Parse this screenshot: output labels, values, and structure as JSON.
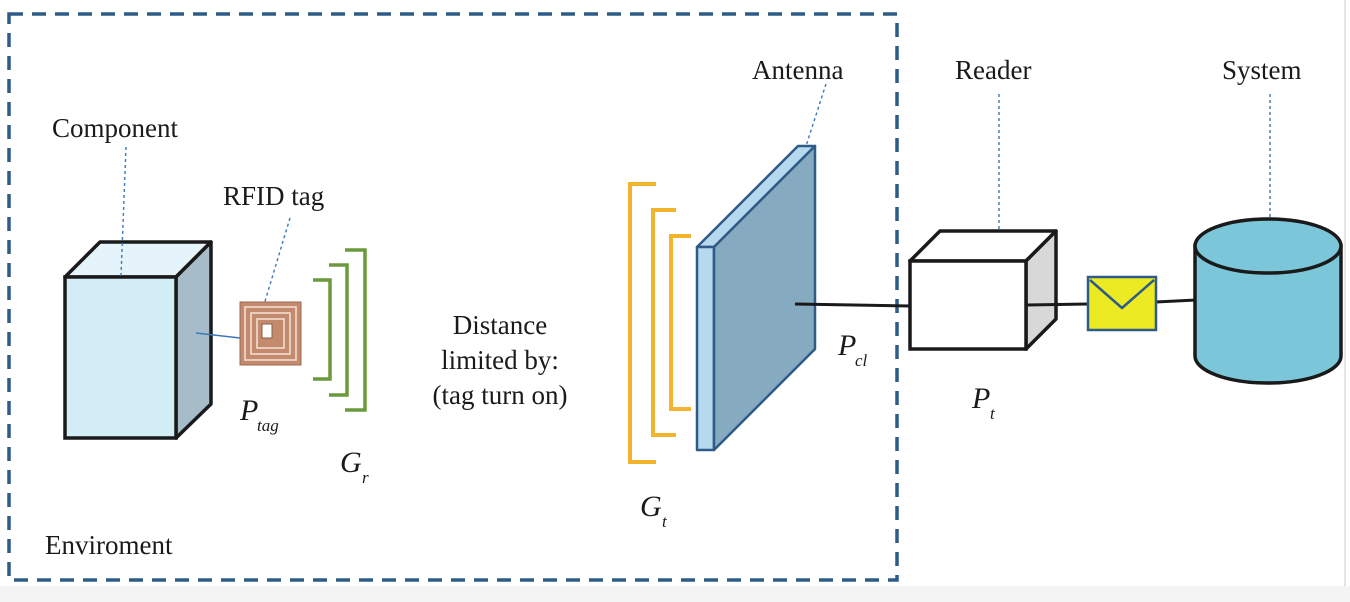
{
  "labels": {
    "component": "Component",
    "rfid_tag": "RFID tag",
    "antenna": "Antenna",
    "reader": "Reader",
    "system": "System",
    "environment": "Enviroment",
    "distance_line1": "Distance",
    "distance_line2": "limited by:",
    "distance_line3": "(tag turn on)"
  },
  "symbols": {
    "p_tag": {
      "main": "P",
      "sub": "tag"
    },
    "g_r": {
      "main": "G",
      "sub": "r"
    },
    "g_t": {
      "main": "G",
      "sub": "t"
    },
    "p_cl": {
      "main": "P",
      "sub": "cl"
    },
    "p_t": {
      "main": "P",
      "sub": "t"
    }
  },
  "colors": {
    "environment_border": "#2f5b87",
    "component_front": "#d3edf6",
    "component_side": "#a6bcc8",
    "tag_waves": "#6b9a3c",
    "antenna_waves": "#f3b32c",
    "antenna_panel": "#86abc0",
    "antenna_edge": "#b6d9ee",
    "reader_body": "#ffffff",
    "reader_side": "#d8d8d8",
    "message": "#ecea23",
    "database": "#7cc6da",
    "leader_line": "#3b78b8"
  },
  "icons": {
    "message": "envelope-icon",
    "system": "database-icon",
    "tag": "rfid-chip-icon"
  }
}
